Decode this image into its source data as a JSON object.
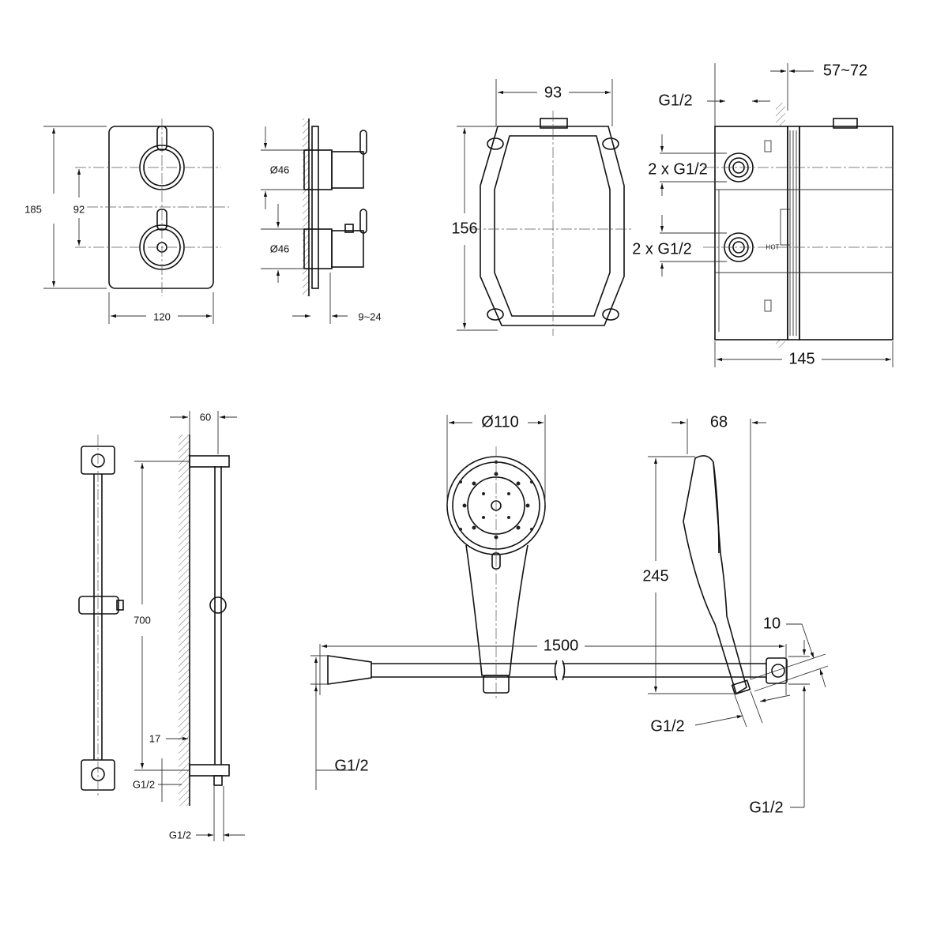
{
  "thermostat_front": {
    "height": "185",
    "knob_spacing": "92",
    "width": "120"
  },
  "thermostat_side": {
    "knob_dia_top": "Ø46",
    "knob_dia_bottom": "Ø46",
    "projection": "9~24"
  },
  "box_front": {
    "width": "93",
    "height": "156"
  },
  "box_side": {
    "top_port": "G1/2",
    "depth": "57~72",
    "ports_upper": "2 x G1/2",
    "ports_lower": "2 x G1/2",
    "hot_label": "HOT",
    "width": "145"
  },
  "rail": {
    "offset": "60",
    "length": "700",
    "wall_gap": "17",
    "outlet_thread": "G1/2",
    "bottom_thread": "G1/2"
  },
  "handshower_front": {
    "head_dia": "Ø110"
  },
  "handshower_side": {
    "depth": "68",
    "length": "245",
    "tip": "10",
    "thread": "G1/2"
  },
  "hose": {
    "left_thread": "G1/2",
    "length": "1500",
    "right_thread": "G1/2"
  }
}
